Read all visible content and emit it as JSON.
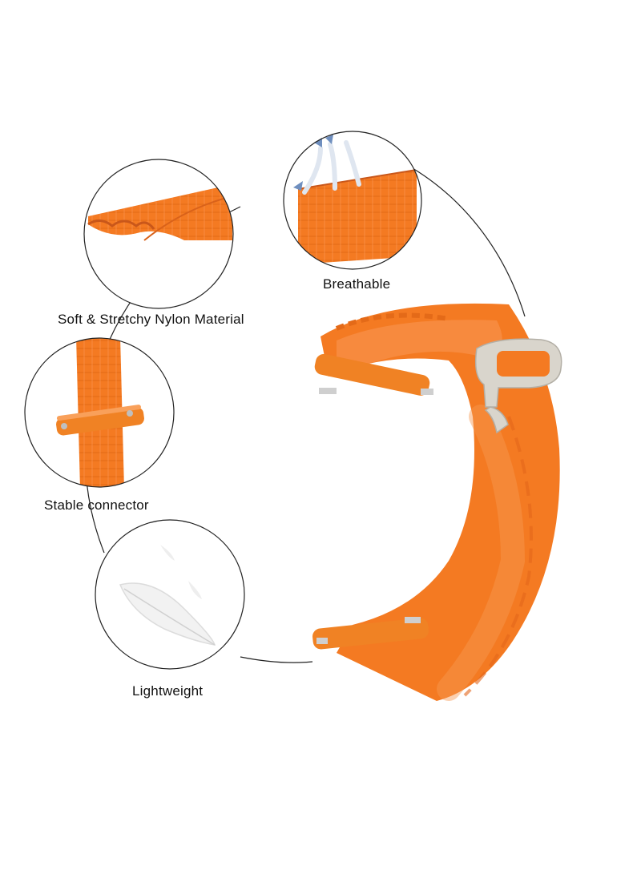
{
  "features": {
    "soft": "Soft & Stretchy Nylon Material",
    "breathable": "Breathable",
    "stable": "Stable connector",
    "lightweight": "Lightweight"
  },
  "colors": {
    "strap_orange": "#f47a22",
    "strap_dark": "#d9621a",
    "buckle_silver": "#d9d5cc",
    "circle_outline": "#222222"
  },
  "icons": {
    "breathable": "airflow-arrows-icon",
    "lightweight": "feather-icon"
  }
}
